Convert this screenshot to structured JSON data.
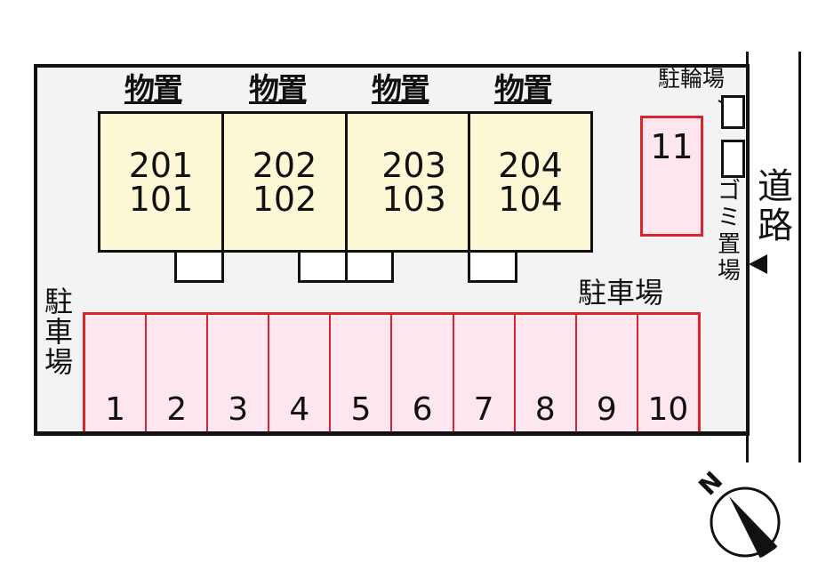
{
  "site": {
    "colors": {
      "site_background": "#f3f3f3",
      "building_fill": "#fcf8d6",
      "parking_fill": "#fde6ee",
      "parking_border": "#d9252f",
      "line": "#111111"
    }
  },
  "building": {
    "storage_label": "物置",
    "units": [
      {
        "upper": "201",
        "lower": "101",
        "storage": "物置"
      },
      {
        "upper": "202",
        "lower": "102",
        "storage": "物置"
      },
      {
        "upper": "203",
        "lower": "103",
        "storage": "物置"
      },
      {
        "upper": "204",
        "lower": "104",
        "storage": "物置"
      }
    ]
  },
  "parking": {
    "label_left": [
      "駐",
      "車",
      "場"
    ],
    "label_right": "駐車場",
    "spaces": [
      "1",
      "2",
      "3",
      "4",
      "5",
      "6",
      "7",
      "8",
      "9",
      "10"
    ],
    "extra_space": "11"
  },
  "facilities": {
    "bicycle_parking": "駐輪場",
    "garbage_area": [
      "ゴ",
      "ミ",
      "置",
      "場"
    ]
  },
  "road": {
    "label": [
      "道",
      "路"
    ],
    "entrance_marker": "entrance-arrow"
  },
  "compass": {
    "north_label": "N",
    "icon": "north-arrow-compass"
  }
}
